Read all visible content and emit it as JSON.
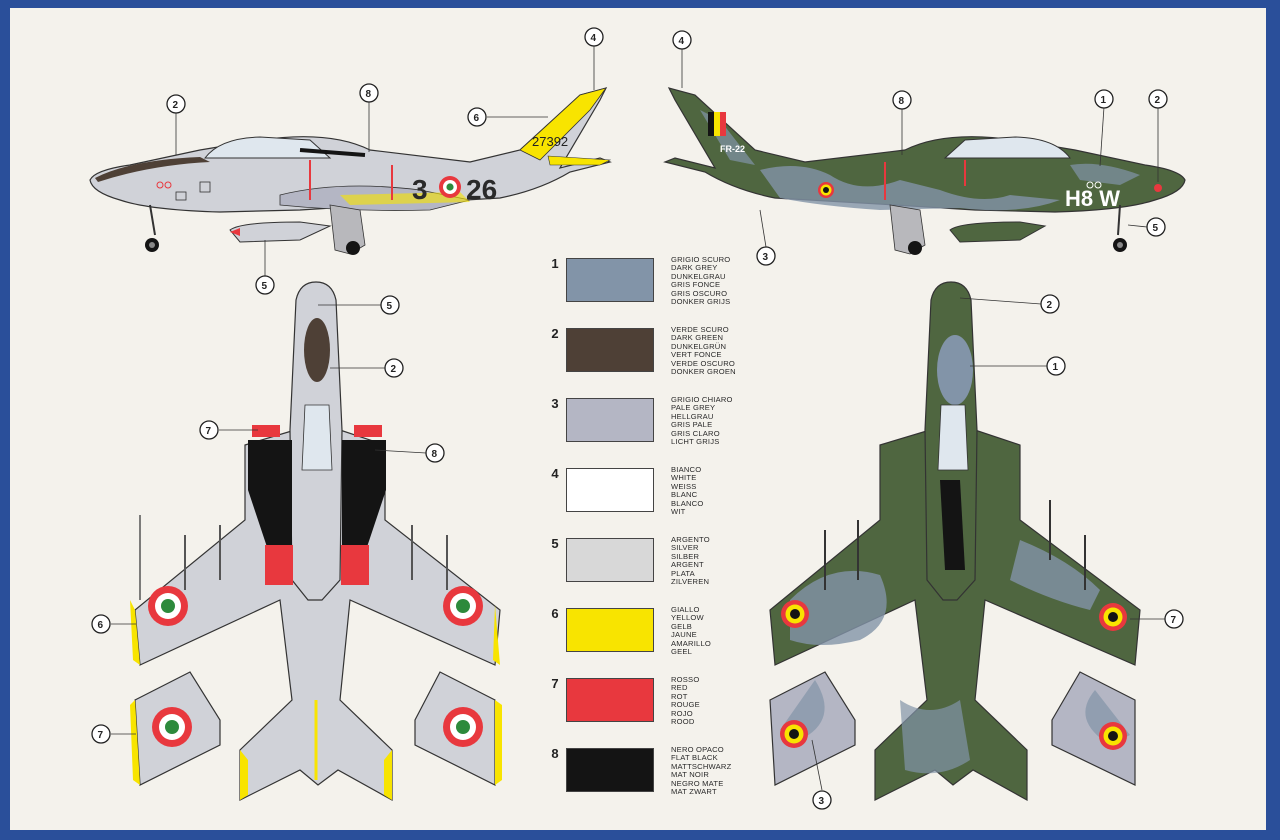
{
  "sheet": {
    "background": "#f4f2ec",
    "frame_color": "#2a4f9a"
  },
  "aircraft_markings": {
    "italian_serial": "27392",
    "italian_code": "3-26",
    "belgian_tail_code": "FR-22",
    "belgian_code": "H8 W"
  },
  "palette": [
    {
      "number": "1",
      "color": "#8294a8",
      "names": [
        "GRIGIO SCURO",
        "DARK GREY",
        "DUNKELGRAU",
        "GRIS FONCE",
        "GRIS OSCURO",
        "DONKER GRIJS"
      ]
    },
    {
      "number": "2",
      "color": "#4e4036",
      "names": [
        "VERDE SCURO",
        "DARK GREEN",
        "DUNKELGRÜN",
        "VERT FONCE",
        "VERDE OSCURO",
        "DONKER GROEN"
      ]
    },
    {
      "number": "3",
      "color": "#b4b6c4",
      "names": [
        "GRIGIO CHIARO",
        "PALE GREY",
        "HELLGRAU",
        "GRIS PALE",
        "GRIS CLARO",
        "LICHT GRIJS"
      ]
    },
    {
      "number": "4",
      "color": "#ffffff",
      "names": [
        "BIANCO",
        "WHITE",
        "WEISS",
        "BLANC",
        "BLANCO",
        "WIT"
      ]
    },
    {
      "number": "5",
      "color": "#d8d8d8",
      "names": [
        "ARGENTO",
        "SILVER",
        "SILBER",
        "ARGENT",
        "PLATA",
        "ZILVEREN"
      ]
    },
    {
      "number": "6",
      "color": "#f8e400",
      "names": [
        "GIALLO",
        "YELLOW",
        "GELB",
        "JAUNE",
        "AMARILLO",
        "GEEL"
      ]
    },
    {
      "number": "7",
      "color": "#e8383e",
      "names": [
        "ROSSO",
        "RED",
        "ROT",
        "ROUGE",
        "ROJO",
        "ROOD"
      ]
    },
    {
      "number": "8",
      "color": "#141414",
      "names": [
        "NERO OPACO",
        "FLAT BLACK",
        "MATTSCHWARZ",
        "MAT NOIR",
        "NEGRO MATE",
        "MAT ZWART"
      ]
    }
  ],
  "callouts": {
    "it_side": [
      "2",
      "8",
      "4",
      "6",
      "5"
    ],
    "be_side": [
      "4",
      "8",
      "1",
      "2",
      "3",
      "5"
    ],
    "it_top": [
      "5",
      "2",
      "7",
      "8",
      "6",
      "7"
    ],
    "be_top": [
      "2",
      "1",
      "7",
      "3"
    ]
  }
}
